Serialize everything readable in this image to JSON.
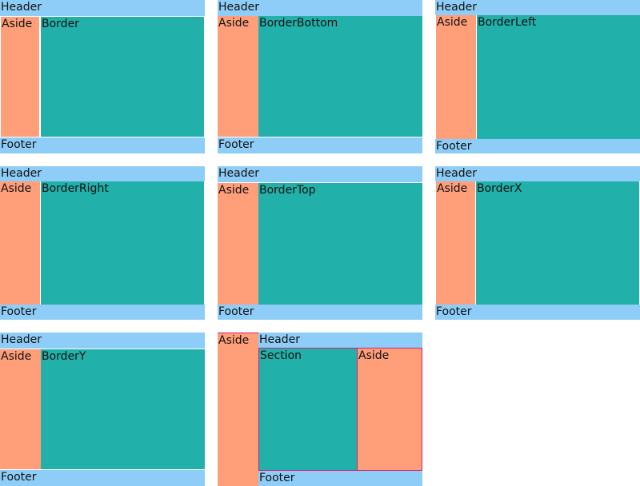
{
  "colors": {
    "header_footer": "#8ecdf7",
    "aside": "#ff9f7a",
    "main": "#22b1aa",
    "outline_white": "#ffffff",
    "outline_magenta": "#d0207a"
  },
  "panels": [
    {
      "header": "Header",
      "aside": "Aside",
      "main": "Border",
      "footer": "Footer"
    },
    {
      "header": "Header",
      "aside": "Aside",
      "main": "BorderBottom",
      "footer": "Footer"
    },
    {
      "header": "Header",
      "aside": "Aside",
      "main": "BorderLeft",
      "footer": "Footer"
    },
    {
      "header": "Header",
      "aside": "Aside",
      "main": "BorderRight",
      "footer": "Footer"
    },
    {
      "header": "Header",
      "aside": "Aside",
      "main": "BorderTop",
      "footer": "Footer"
    },
    {
      "header": "Header",
      "aside": "Aside",
      "main": "BorderX",
      "footer": "Footer"
    },
    {
      "header": "Header",
      "aside": "Aside",
      "main": "BorderY",
      "footer": "Footer"
    },
    {
      "aside_left": "Aside",
      "header": "Header",
      "section": "Section",
      "aside_right": "Aside",
      "footer": "Footer"
    }
  ]
}
